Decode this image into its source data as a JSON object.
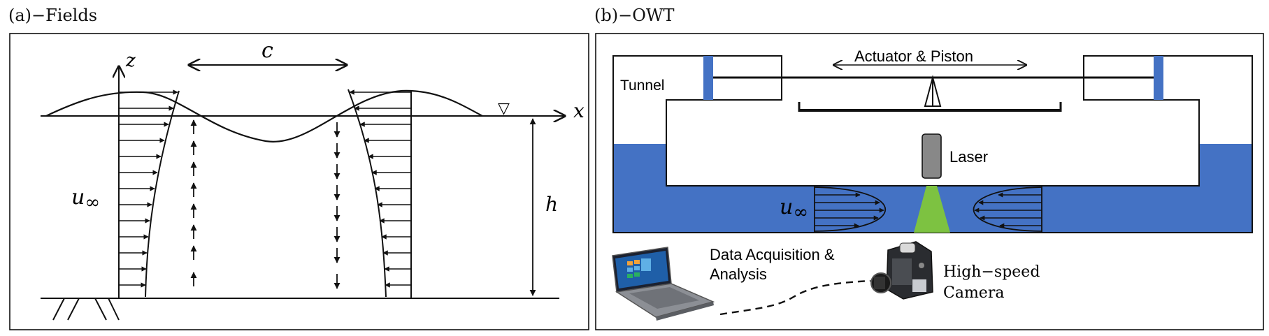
{
  "panels": {
    "a": {
      "title": "(a)−Fields",
      "labels": {
        "z": "z",
        "x": "x",
        "c": "c",
        "h": "h",
        "u": "u",
        "u_sub": "∞",
        "still_water": "▽"
      }
    },
    "b": {
      "title": "(b)−OWT",
      "labels": {
        "tunnel": "Tunnel",
        "actuator": "Actuator & Piston",
        "laser": "Laser",
        "u": "u",
        "u_sub": "∞",
        "daq_line1": "Data Acquisition &",
        "daq_line2": "Analysis",
        "cam_line1": "High−speed",
        "cam_line2": "Camera"
      }
    }
  },
  "colors": {
    "water": "#4472c4",
    "laser_beam": "#7dc241",
    "laser_body": "#888888",
    "frame": "#111111"
  }
}
